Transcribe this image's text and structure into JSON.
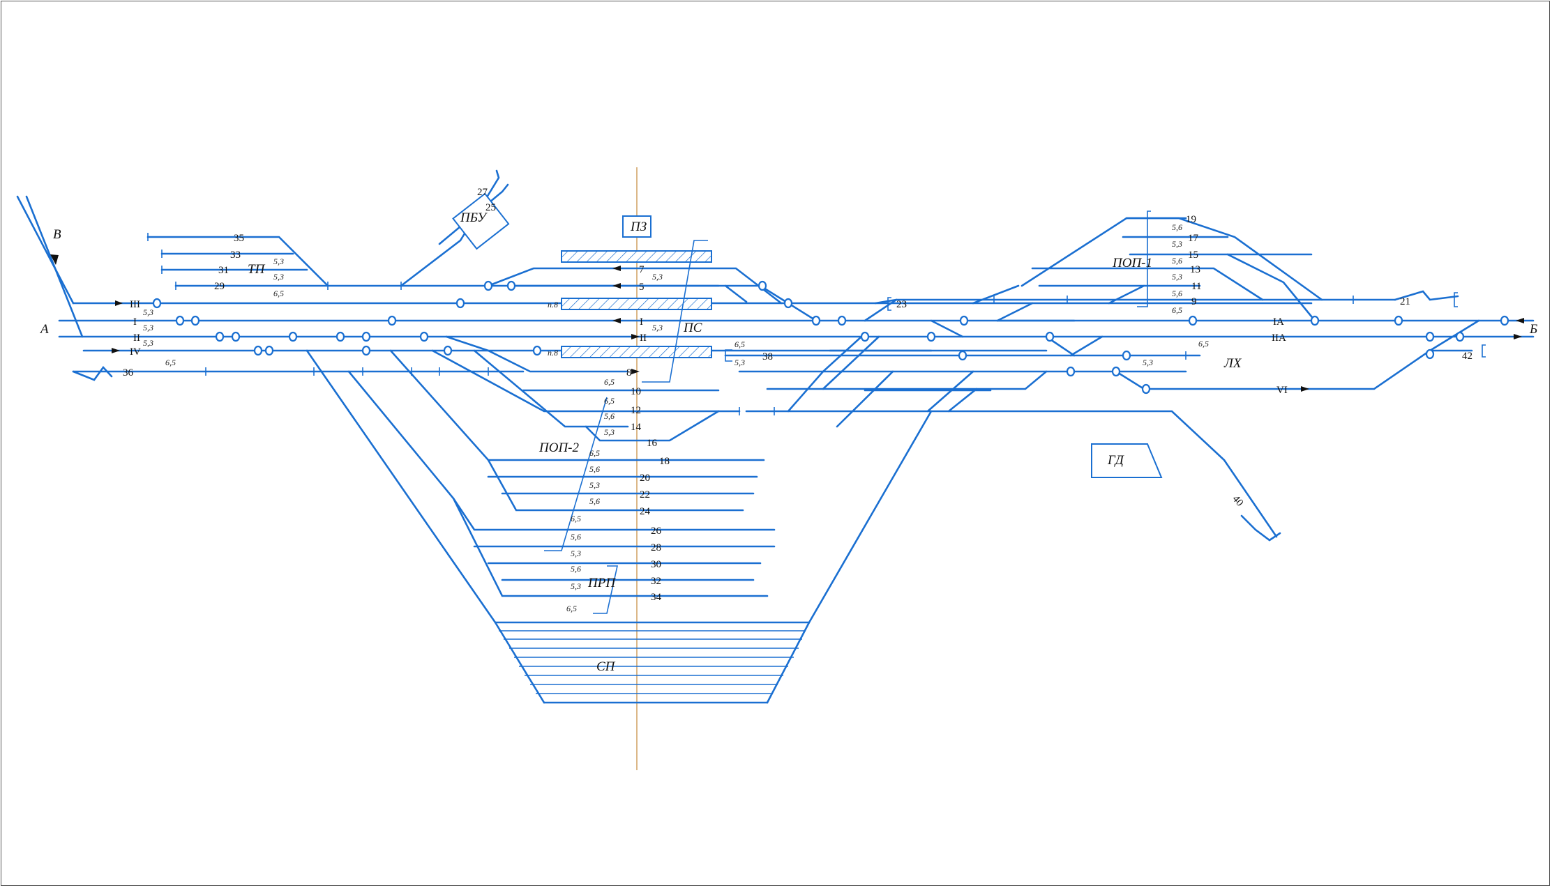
{
  "colors": {
    "track": "#1a6fd1",
    "axis": "#d4a76a",
    "text": "#111111",
    "background": "#ffffff"
  },
  "directions": {
    "a": "А",
    "b": "Б",
    "v": "В"
  },
  "objects": {
    "pz": "ПЗ",
    "pbu": "ПБУ",
    "tp": "ТП",
    "pop1": "ПОП-1",
    "pop2": "ПОП-2",
    "ps": "ПС",
    "prp": "ПРП",
    "sp": "СП",
    "gd": "ГД",
    "lh": "ЛХ"
  },
  "platform_mark": "п.8",
  "main_tracks": {
    "t3": "III",
    "t1": "I",
    "t2": "II",
    "t4": "IV",
    "t1a": "IА",
    "t2a": "IIА",
    "t6": "VI"
  },
  "track_numbers": {
    "n5": "5",
    "n7": "7",
    "n8": "8",
    "n9": "9",
    "n10": "10",
    "n11": "11",
    "n12": "12",
    "n13": "13",
    "n14": "14",
    "n15": "15",
    "n16": "16",
    "n17": "17",
    "n18": "18",
    "n19": "19",
    "n20": "20",
    "n21": "21",
    "n22": "22",
    "n23": "23",
    "n24": "24",
    "n25": "25",
    "n26": "26",
    "n27": "27",
    "n28": "28",
    "n29": "29",
    "n30": "30",
    "n31": "31",
    "n32": "32",
    "n33": "33",
    "n34": "34",
    "n35": "35",
    "n36": "36",
    "n38": "38",
    "n40": "40",
    "n42": "42"
  },
  "speeds": {
    "s53": "5,3",
    "s56": "5,6",
    "s65": "6,5"
  }
}
